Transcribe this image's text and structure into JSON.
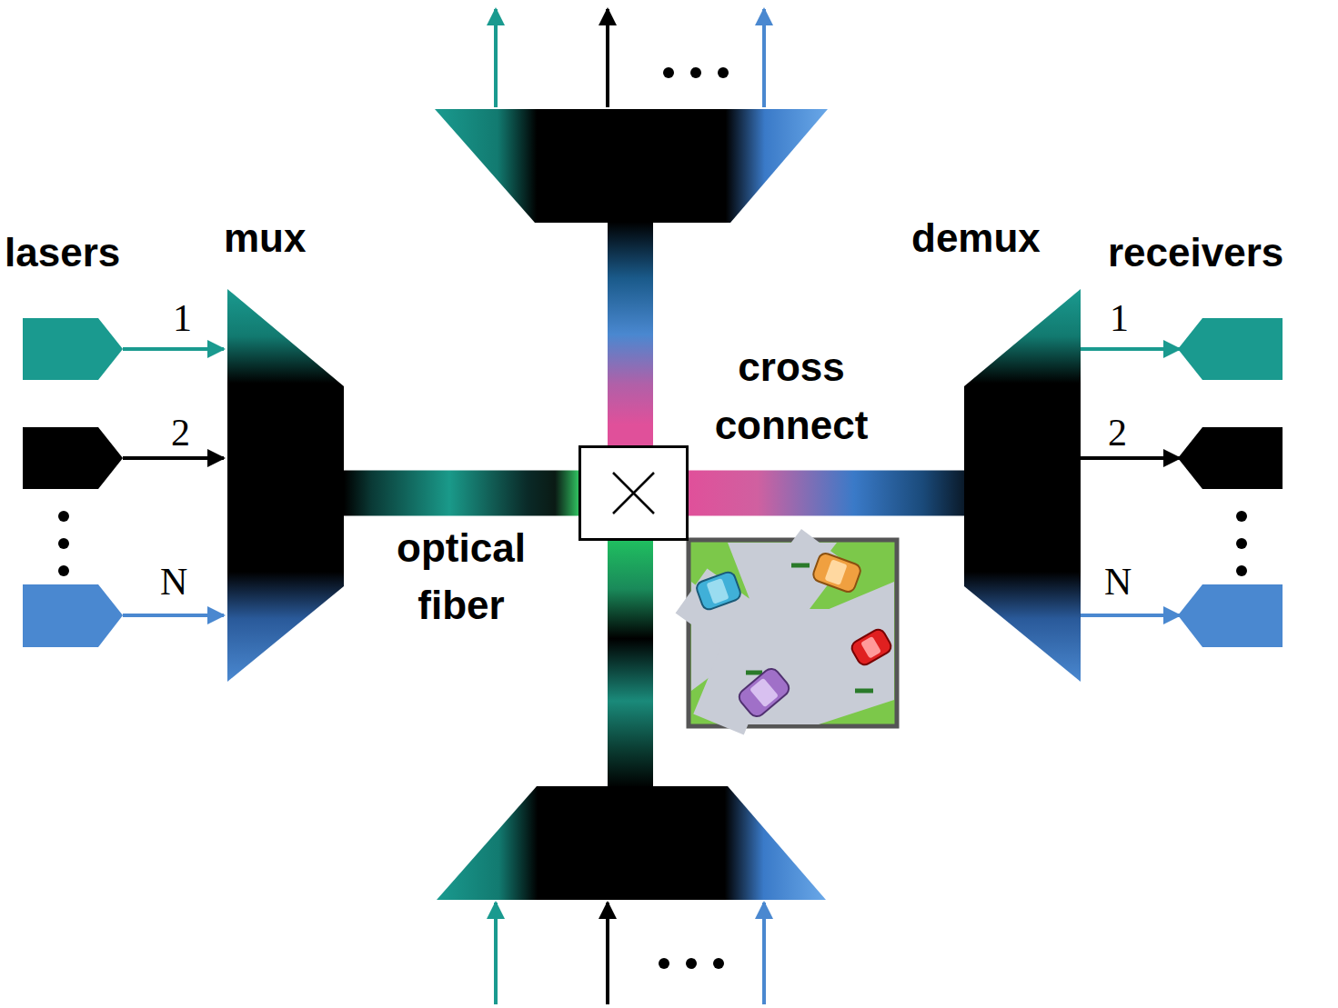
{
  "diagram": {
    "nodes": [
      {
        "text": [
          "mux"
        ]
      },
      {
        "text": [
          "cross connect"
        ]
      },
      {
        "text": [
          "demux"
        ]
      }
    ],
    "edges": [
      {
        "from": 0,
        "to": 1,
        "arrow": "none",
        "label": "optical fiber"
      },
      {
        "from": 1,
        "to": 2,
        "arrow": "none"
      }
    ],
    "labels": [
      "lasers",
      "1",
      "2",
      "N",
      "receivers",
      "1",
      "2",
      "N"
    ]
  }
}
